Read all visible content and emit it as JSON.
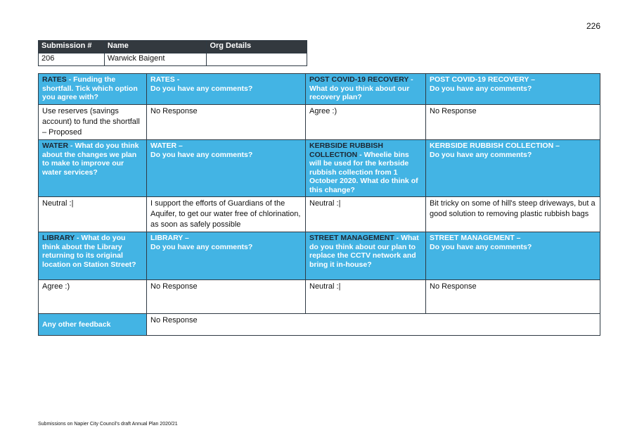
{
  "page_number": "226",
  "submission": {
    "headers": [
      "Submission #",
      "Name",
      "Org Details"
    ],
    "values": [
      "206",
      "Warwick Baigent",
      ""
    ]
  },
  "sections": [
    {
      "q1": {
        "topic": "RATES",
        "text": " - Funding the shortfall. Tick which option you agree with?"
      },
      "a1": "Use reserves (savings account) to fund the shortfall – Proposed",
      "q2": {
        "topic": "RATES - ",
        "text": "Do you have any comments?"
      },
      "a2": "No Response",
      "q3": {
        "topic": "POST COVID-19 RECOVERY",
        "text": " - What do you think about our recovery plan?"
      },
      "a3": "Agree :)",
      "q4": {
        "topic": "POST COVID-19 RECOVERY –",
        "text": "Do you have any comments?"
      },
      "a4": "No Response"
    },
    {
      "q1": {
        "topic": "WATER",
        "text": " - What do you think about the changes we plan to make to improve our water services?"
      },
      "a1": "Neutral :|",
      "q2": {
        "topic": "WATER –",
        "text": "Do you have any comments?"
      },
      "a2": "I support the efforts of Guardians of the Aquifer, to get our water free of chlorination, as soon as safely possible",
      "q3": {
        "topic": "KERBSIDE RUBBISH COLLECTION",
        "text": " - Wheelie bins will be used for the kerbside rubbish collection from 1 October 2020. What do think of this change?"
      },
      "a3": "Neutral :|",
      "q4": {
        "topic": "KERBSIDE RUBBISH COLLECTION –",
        "text": "Do you have any comments?"
      },
      "a4": "Bit tricky on some of hill's steep driveways, but a good solution to removing plastic rubbish bags"
    },
    {
      "q1": {
        "topic": "LIBRARY",
        "text": " - What do you think about the Library returning to its original location on Station Street?"
      },
      "a1": "Agree :)",
      "q2": {
        "topic": "LIBRARY –",
        "text": "Do you have any comments?"
      },
      "a2": "No Response",
      "q3": {
        "topic": "STREET MANAGEMENT",
        "text": " - What do you think about our plan to replace the CCTV network and bring it in-house?"
      },
      "a3": "Neutral :|",
      "q4": {
        "topic": "STREET MANAGEMENT –",
        "text": "Do you have any comments?"
      },
      "a4": "No Response"
    }
  ],
  "other_feedback": {
    "label": "Any other feedback",
    "value": "No Response"
  },
  "footer": "Submissions on Napier City Council's draft Annual Plan 2020/21"
}
